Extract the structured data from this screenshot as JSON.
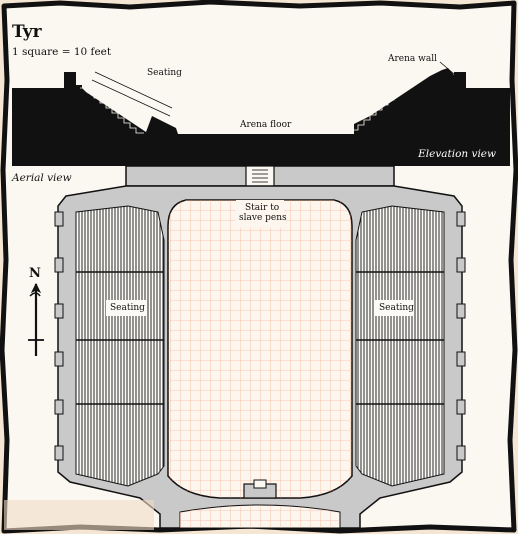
{
  "map": {
    "title": "Tyr",
    "scale": "1 square = 10 feet",
    "labels": {
      "seating_elevation": "Seating",
      "arena_wall": "Arena wall",
      "arena_floor": "Arena floor",
      "elevation_view": "Elevation view",
      "aerial_view": "Aerial view",
      "stair_line1": "Stair to",
      "stair_line2": "slave pens",
      "seating_west": "Seating",
      "seating_east": "Seating",
      "north": "N"
    },
    "colors": {
      "ink": "#111111",
      "parchment": "#f4e6d2",
      "wall_fill": "#c9c9c9",
      "grid_line": "#f3a07c",
      "floor_fill": "#fdf6ee"
    },
    "icons": {
      "north_arrow": "north-arrow-icon"
    }
  }
}
